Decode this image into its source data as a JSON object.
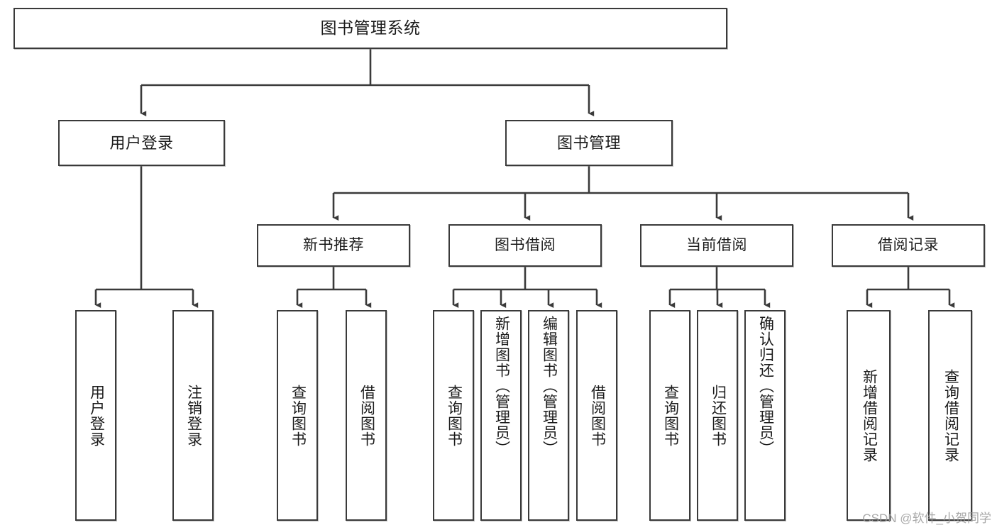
{
  "diagram": {
    "title": "图书管理系统",
    "type": "tree",
    "colors": {
      "box_border": "#3a3a3a",
      "box_fill": "#ffffff",
      "line": "#3a3a3a",
      "text": "#1b1b1b",
      "watermark": "#9a9a9a"
    },
    "root": {
      "label": "图书管理系统"
    },
    "level2": [
      {
        "label": "用户登录"
      },
      {
        "label": "图书管理"
      }
    ],
    "level3": [
      {
        "label": "新书推荐"
      },
      {
        "label": "图书借阅"
      },
      {
        "label": "当前借阅"
      },
      {
        "label": "借阅记录"
      }
    ],
    "leaves": {
      "user_login": [
        {
          "label": "用户登录"
        },
        {
          "label": "注销登录"
        }
      ],
      "new_book": [
        {
          "label": "查询图书"
        },
        {
          "label": "借阅图书"
        }
      ],
      "book_borrow": [
        {
          "label": "查询图书"
        },
        {
          "label": "新增图书（管理员）"
        },
        {
          "label": "编辑图书（管理员）"
        },
        {
          "label": "借阅图书"
        }
      ],
      "current_borrow": [
        {
          "label": "查询图书"
        },
        {
          "label": "归还图书"
        },
        {
          "label": "确认归还（管理员）"
        }
      ],
      "borrow_record": [
        {
          "label": "新增借阅记录"
        },
        {
          "label": "查询借阅记录"
        }
      ]
    }
  },
  "watermark": {
    "text": "CSDN @软件_小贺同学"
  }
}
